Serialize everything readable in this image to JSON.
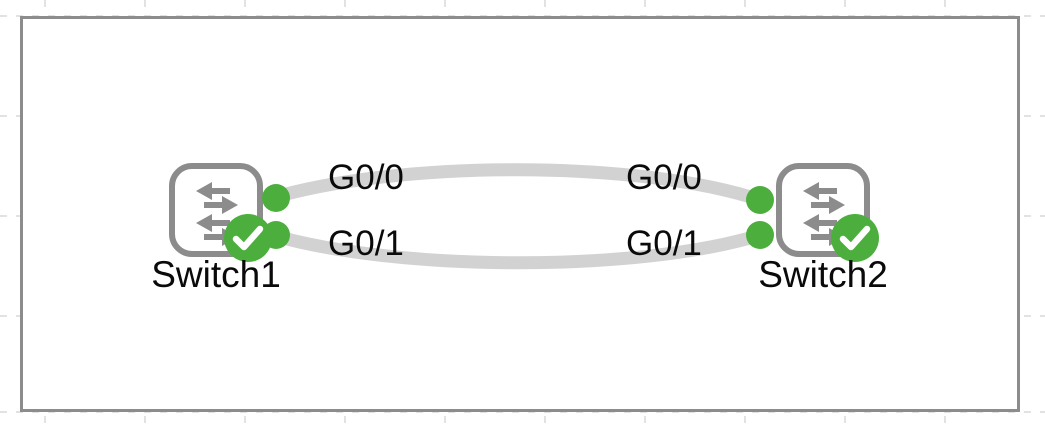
{
  "canvas": {
    "background_color": "#ffffff",
    "border_color": "#8c8c8c",
    "grid_line_color": "#d8d8d8"
  },
  "theme": {
    "link_color": "#d2d2d2",
    "status_green": "#4caf3d",
    "port_green": "#4caf3d",
    "device_outline": "#8c8c8c",
    "arrow_gray": "#8c8c8c",
    "text_color": "#0a0a0a",
    "check_color": "#ffffff"
  },
  "devices": [
    {
      "id": "switch1",
      "label": "Switch1",
      "type": "switch",
      "status": "up",
      "status_icon": "check-circle-icon",
      "ports": [
        {
          "name": "G0/0",
          "state": "up"
        },
        {
          "name": "G0/1",
          "state": "up"
        }
      ]
    },
    {
      "id": "switch2",
      "label": "Switch2",
      "type": "switch",
      "status": "up",
      "status_icon": "check-circle-icon",
      "ports": [
        {
          "name": "G0/0",
          "state": "up"
        },
        {
          "name": "G0/1",
          "state": "up"
        }
      ]
    }
  ],
  "links": [
    {
      "id": "link-g00",
      "source_device": "switch1",
      "source_port": "G0/0",
      "target_device": "switch2",
      "target_port": "G0/1"
    },
    {
      "id": "link-g01",
      "source_device": "switch1",
      "source_port": "G0/1",
      "target_device": "switch2",
      "target_port": "G0/0"
    }
  ],
  "labels": {
    "sw1_g00": "G0/0",
    "sw1_g01": "G0/1",
    "sw2_g00": "G0/0",
    "sw2_g01": "G0/1"
  }
}
